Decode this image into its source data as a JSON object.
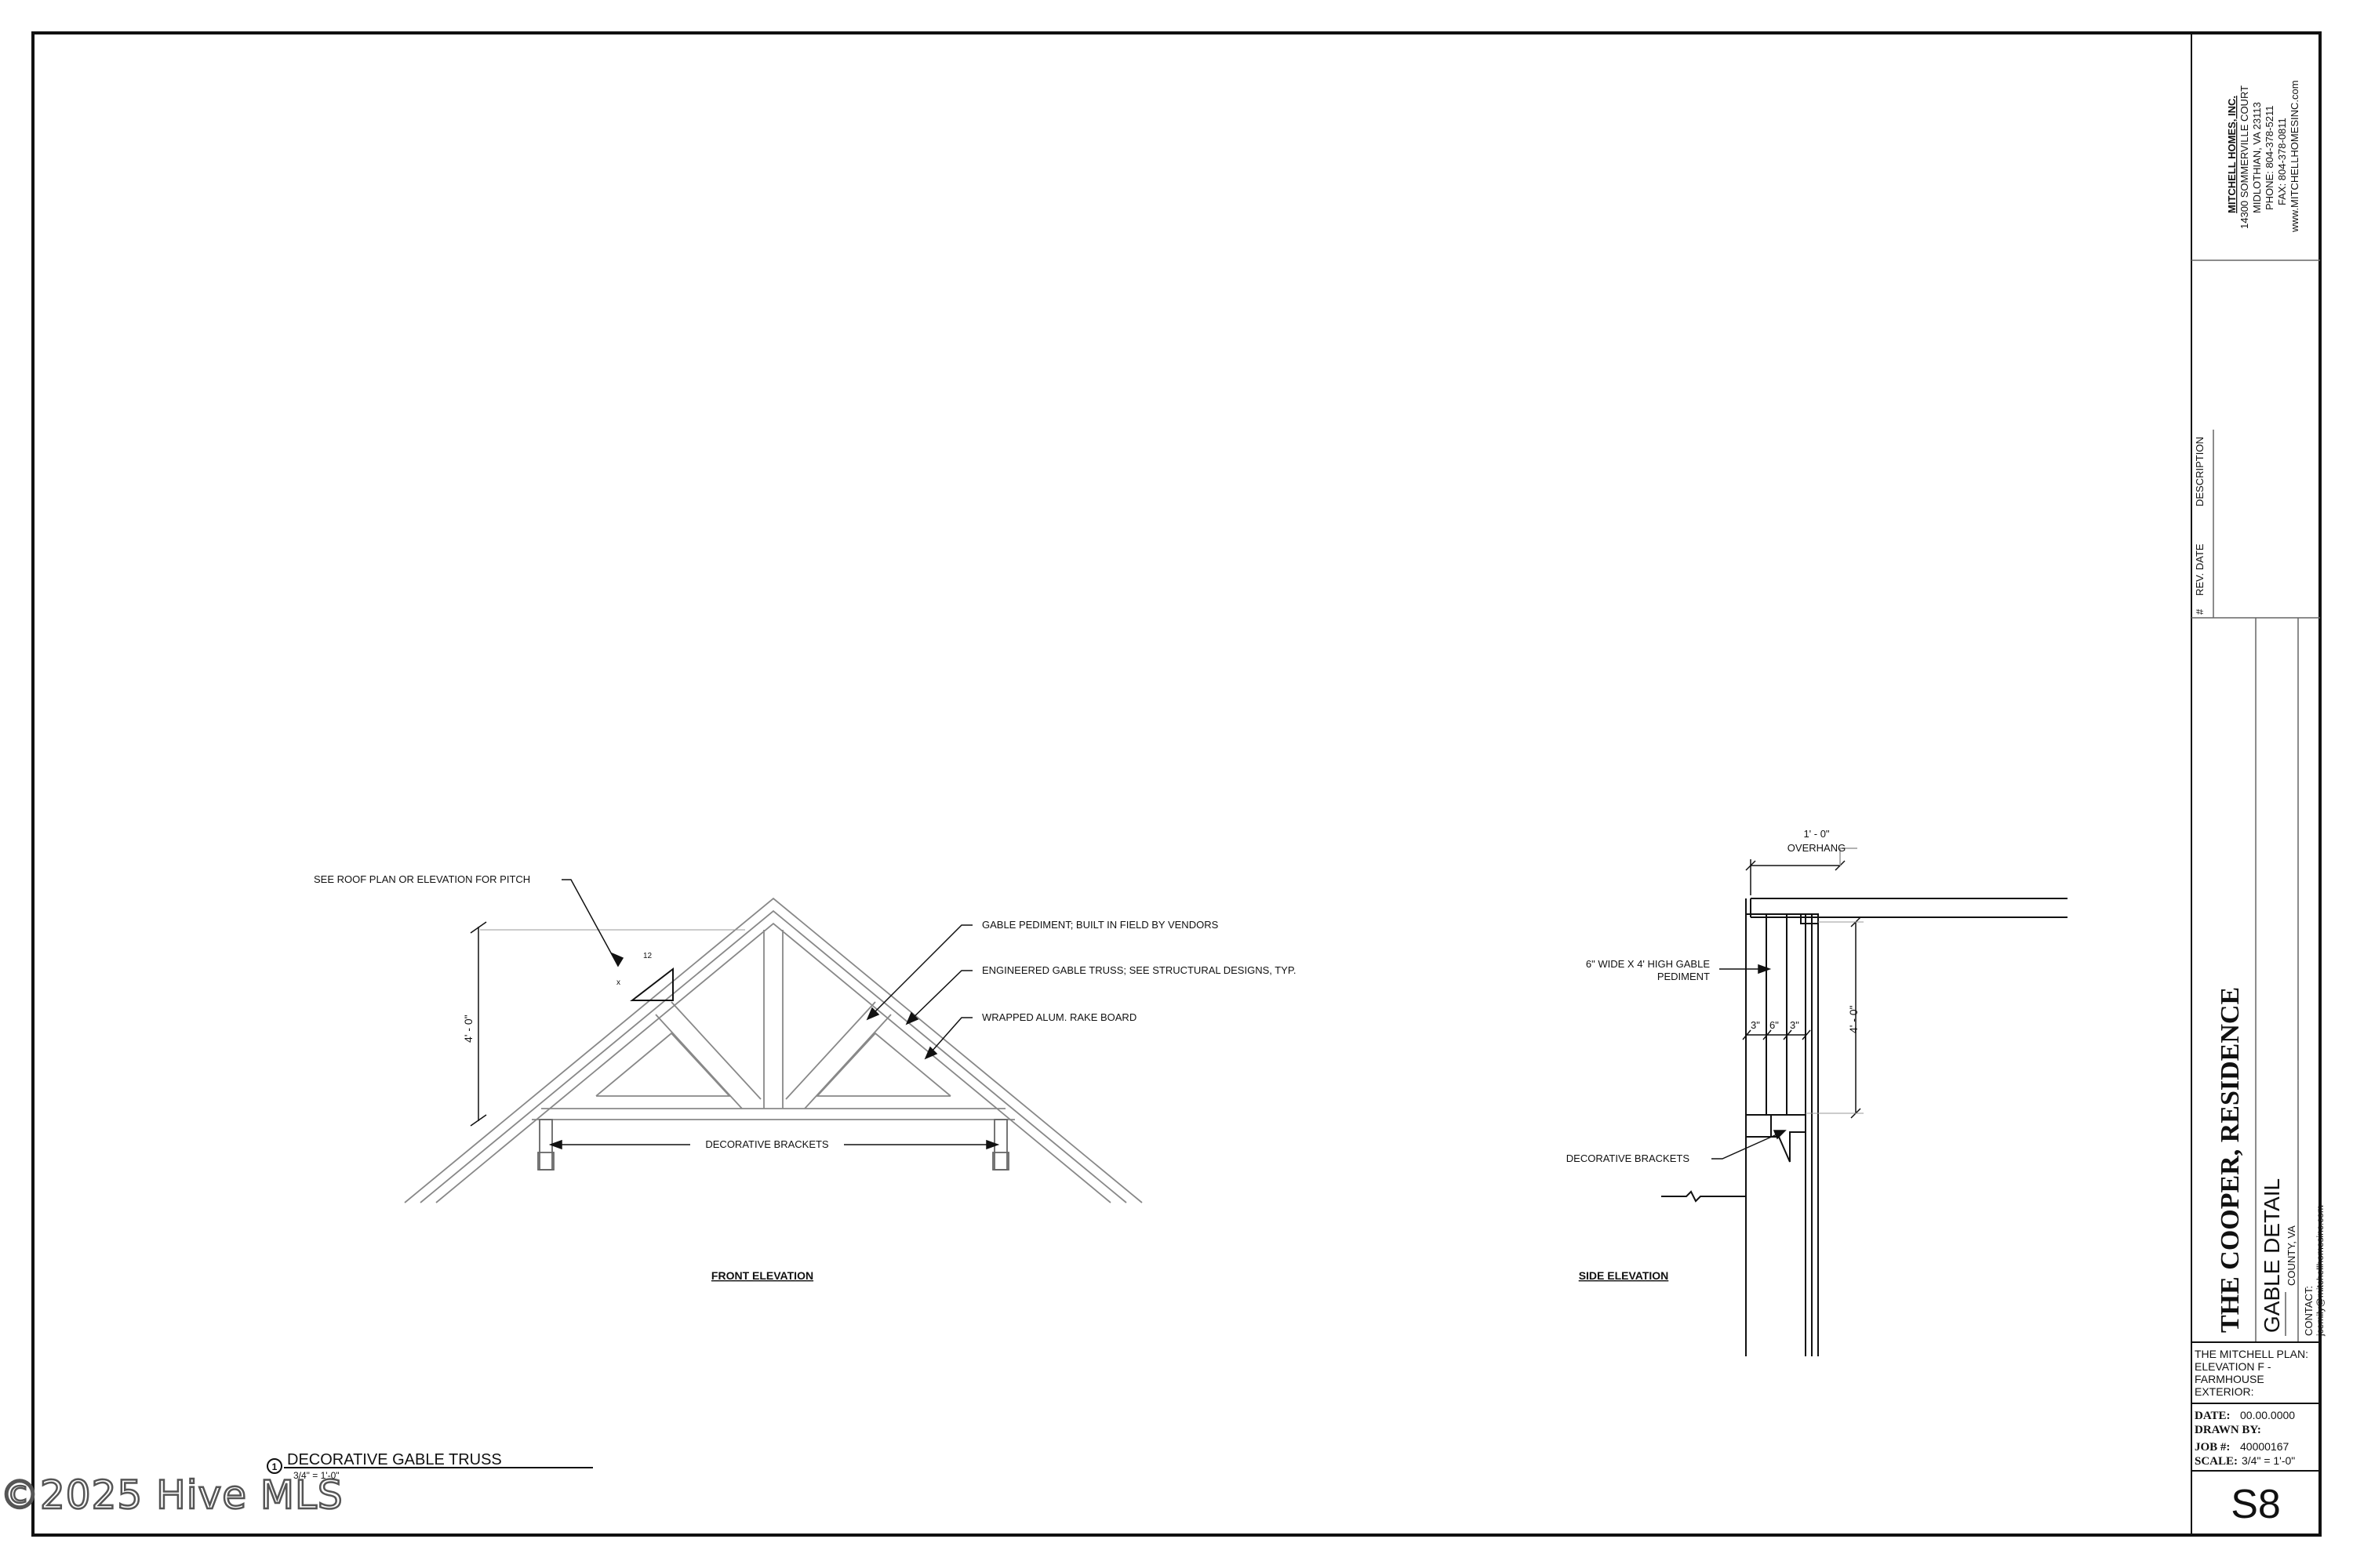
{
  "watermark": "©2025 Hive MLS",
  "company": {
    "name": "MITCHELL HOMES, INC.",
    "address1": "14300 SOMMERVILLE COURT",
    "address2": "MIDLOTHIAN, VA 23113",
    "phone": "PHONE: 804-378-5211",
    "fax": "FAX: 804-378-0811",
    "web": "www.MITCHELLHOMESINC.com"
  },
  "revisions": {
    "col_num": "#",
    "col_date": "REV. DATE",
    "col_desc": "DESCRIPTION"
  },
  "project": {
    "title": "THE COOPER, RESIDENCE",
    "sheet_title": "GABLE DETAIL",
    "county": "COUNTY, VA",
    "contact": "CONTACT:",
    "email": "jcemily@mitchellhomesinc.com"
  },
  "plan": {
    "line1": "THE MITCHELL PLAN:",
    "line2": "ELEVATION F -",
    "line3": "FARMHOUSE",
    "line4": "EXTERIOR:"
  },
  "meta": {
    "date_label": "DATE:",
    "date_value": "00.00.0000",
    "drawn_label": "DRAWN BY:",
    "drawn_value": "",
    "job_label": "JOB #:",
    "job_value": "40000167",
    "scale_label": "SCALE:",
    "scale_value": "3/4\" = 1'-0\""
  },
  "sheet_number": "S8",
  "detail": {
    "number": "1",
    "title": "DECORATIVE GABLE TRUSS",
    "scale": "3/4\" = 1'-0\""
  },
  "front": {
    "label": "FRONT ELEVATION",
    "note_pitch": "SEE ROOF PLAN OR ELEVATION FOR PITCH",
    "note_pediment": "GABLE PEDIMENT; BUILT IN FIELD BY VENDORS",
    "note_truss": "ENGINEERED GABLE TRUSS; SEE STRUCTURAL DESIGNS, TYP.",
    "note_rake": "WRAPPED ALUM. RAKE BOARD",
    "note_brackets": "DECORATIVE BRACKETS",
    "dim_height": "4' - 0\"",
    "pitch_rise": "12",
    "pitch_run": "x"
  },
  "side": {
    "label": "SIDE ELEVATION",
    "dim_overhang": "1' - 0\"",
    "overhang_word": "OVERHANG",
    "note_pediment1": "6\" WIDE X 4' HIGH  GABLE",
    "note_pediment2": "PEDIMENT",
    "dim_3a": "3\"",
    "dim_6": "6\"",
    "dim_3b": "3\"",
    "dim_height": "4' - 0\"",
    "note_brackets": "DECORATIVE BRACKETS"
  }
}
